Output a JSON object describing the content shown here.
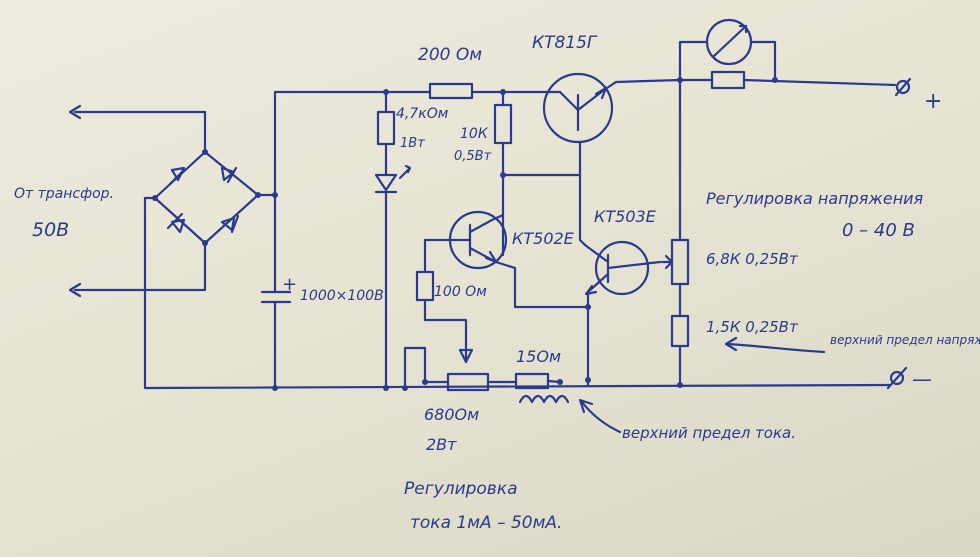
{
  "labels": {
    "r200": "200 Ом",
    "kt815": "КТ815Г",
    "r47k": "4,7кОм",
    "r47k_w": "1Вт",
    "r10k": "10К",
    "r10k_w": "0,5Вт",
    "transformer": "От трансфор.",
    "v50": "50В",
    "cap": "1000×100В",
    "kt502": "КТ502Е",
    "kt503": "КТ503Е",
    "r100": "100 Ом",
    "vreg": "Регулировка напряжения",
    "vrange": "0 – 40 В",
    "r68k": "6,8К 0,25Вт",
    "r15k": "1,5К 0,25Вт",
    "vlimit": "верхний предел напряжения",
    "r15": "15Ом",
    "r680": "680Ом",
    "r680_w": "2Вт",
    "ilimit": "верхний предел тока.",
    "ireg1": "Регулировка",
    "ireg2": "тока 1мА – 50мА.",
    "plus": "+",
    "minus": "—",
    "cap_plus": "+"
  }
}
